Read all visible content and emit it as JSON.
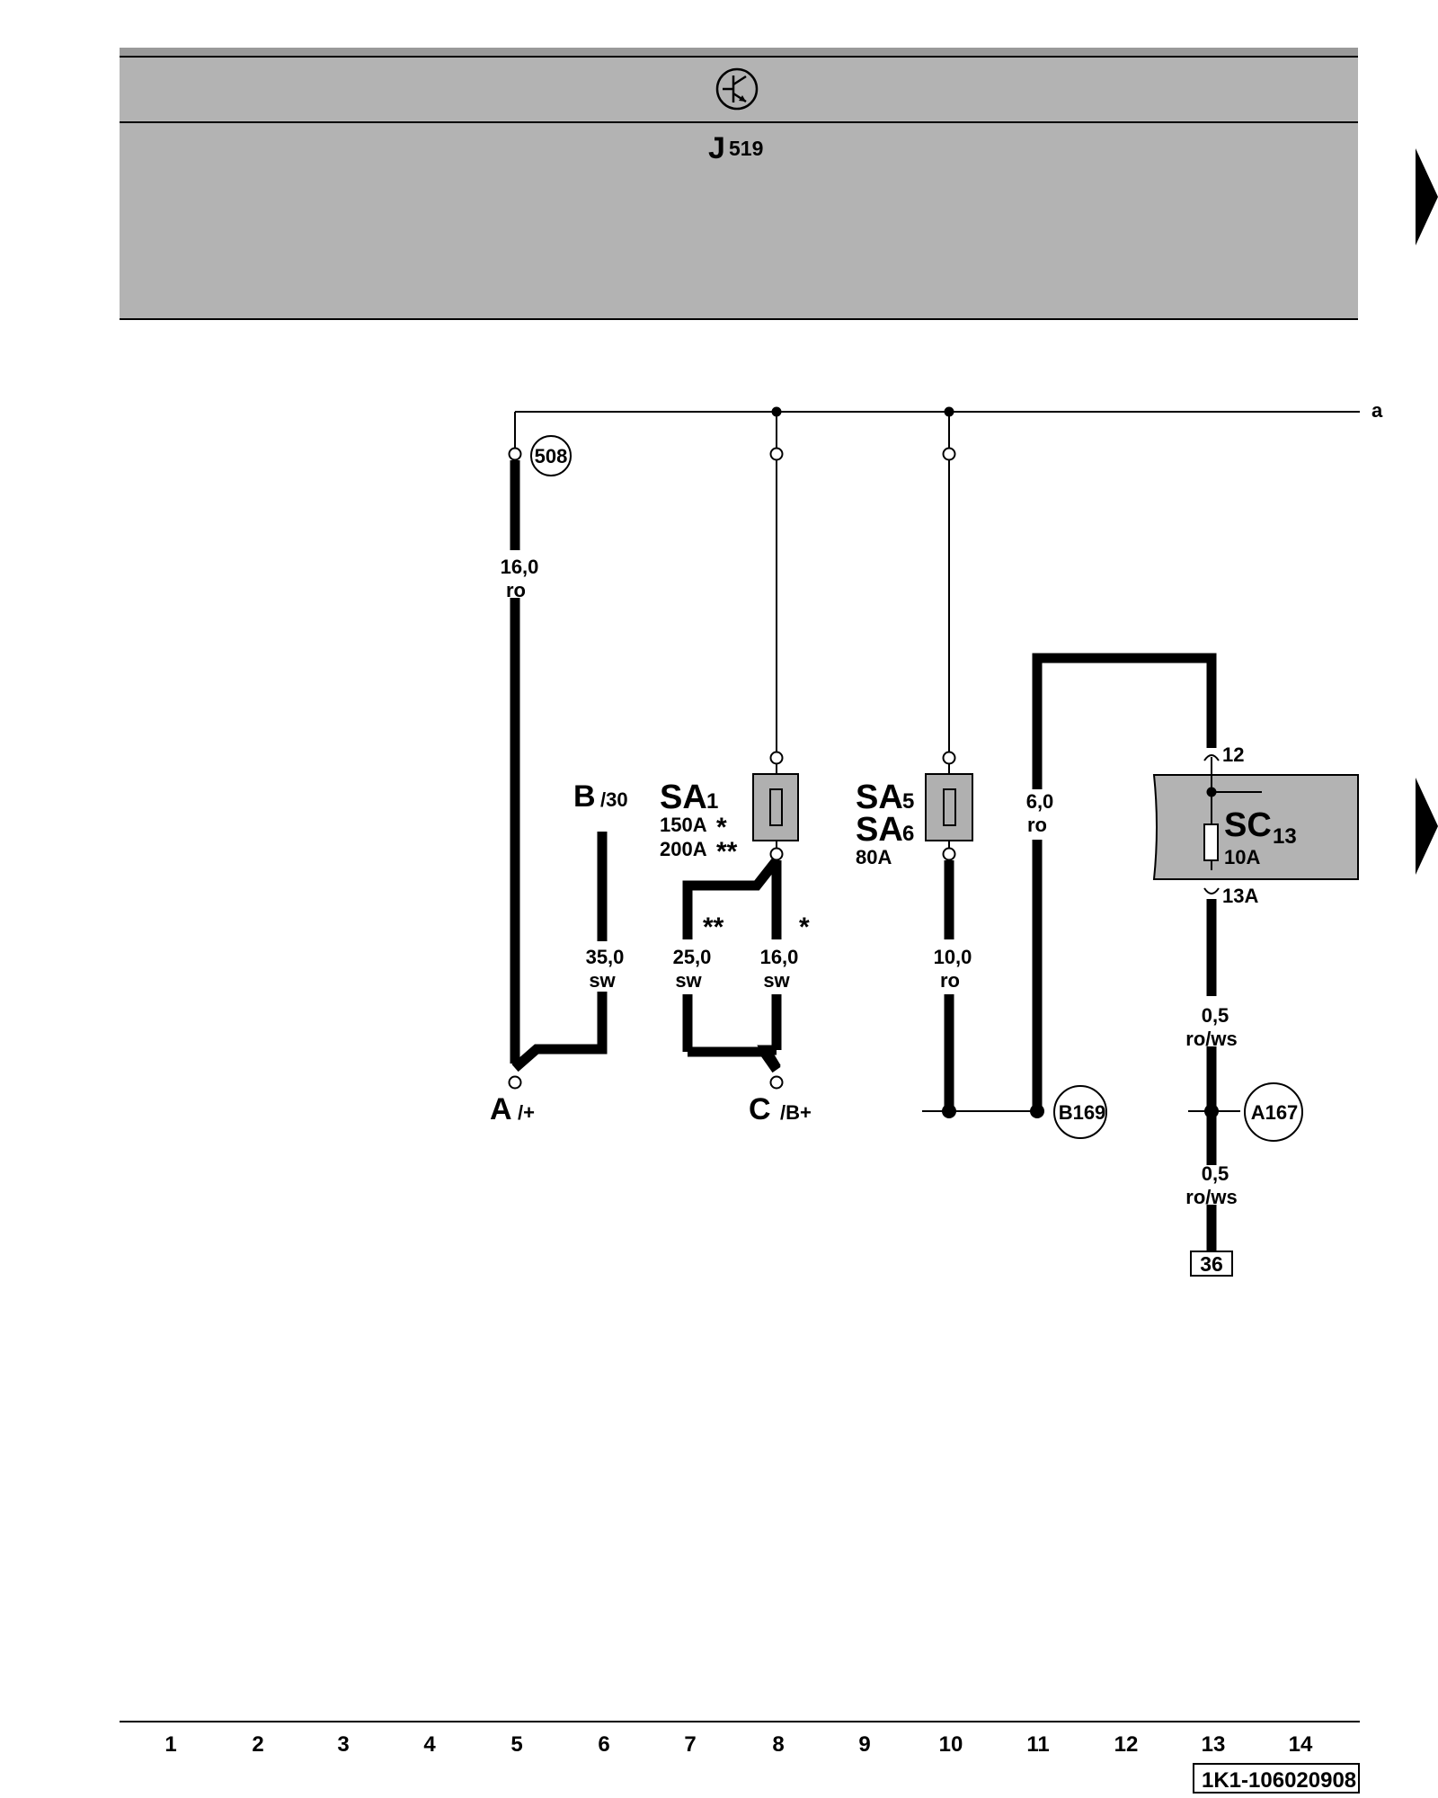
{
  "header": {
    "module_code": "J",
    "module_sub": "519"
  },
  "nodes": {
    "a": "a",
    "n508": "508",
    "b169": "B169",
    "a167": "A167",
    "ref36": "36"
  },
  "terminals": {
    "A": {
      "letter": "A",
      "suffix": "/+"
    },
    "B": {
      "letter": "B",
      "suffix": "/30"
    },
    "C": {
      "letter": "C",
      "suffix": "/B+"
    }
  },
  "fuses": {
    "sa1": {
      "name": "SA",
      "sub": "1",
      "rating1": "150A",
      "mark1": "*",
      "rating2": "200A",
      "mark2": "**"
    },
    "sa5": {
      "name": "SA",
      "sub": "5"
    },
    "sa6": {
      "name": "SA",
      "sub": "6",
      "rating": "80A"
    },
    "sc13": {
      "name": "SC",
      "sub": "13",
      "rating": "10A",
      "pin_in": "12",
      "pin_out": "13A"
    }
  },
  "wires": {
    "w1": {
      "size": "16,0",
      "color": "ro"
    },
    "w2": {
      "size": "35,0",
      "color": "sw"
    },
    "w3": {
      "size": "25,0",
      "color": "sw",
      "mark": "**"
    },
    "w4": {
      "size": "16,0",
      "color": "sw",
      "mark": "*"
    },
    "w5": {
      "size": "10,0",
      "color": "ro"
    },
    "w6": {
      "size": "6,0",
      "color": "ro"
    },
    "w7": {
      "size": "0,5",
      "color": "ro/ws"
    },
    "w8": {
      "size": "0,5",
      "color": "ro/ws"
    }
  },
  "ruler": [
    "1",
    "2",
    "3",
    "4",
    "5",
    "6",
    "7",
    "8",
    "9",
    "10",
    "11",
    "12",
    "13",
    "14"
  ],
  "footer": {
    "doc_code": "1K1-106020908"
  }
}
